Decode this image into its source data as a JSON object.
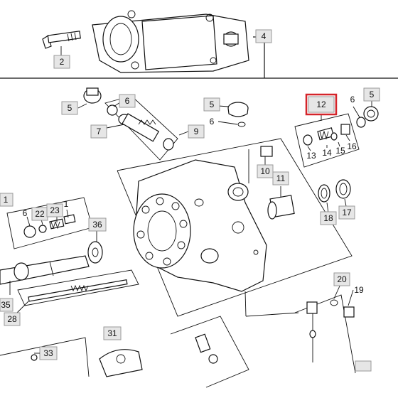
{
  "diagram": {
    "highlight_color": "#d4242a",
    "label_fill": "#e6e6e6",
    "callouts": [
      {
        "id": "c2",
        "text": "2",
        "highlighted": false
      },
      {
        "id": "c4",
        "text": "4",
        "highlighted": false
      },
      {
        "id": "c5a",
        "text": "5",
        "highlighted": false
      },
      {
        "id": "c6a",
        "text": "6",
        "highlighted": false
      },
      {
        "id": "c7",
        "text": "7",
        "highlighted": false
      },
      {
        "id": "c9",
        "text": "9",
        "highlighted": false
      },
      {
        "id": "c5b",
        "text": "5",
        "highlighted": false
      },
      {
        "id": "c6b",
        "text": "6",
        "highlighted": false
      },
      {
        "id": "c12",
        "text": "12",
        "highlighted": true
      },
      {
        "id": "c6c",
        "text": "6",
        "highlighted": false
      },
      {
        "id": "c5c",
        "text": "5",
        "highlighted": false
      },
      {
        "id": "c13",
        "text": "13",
        "highlighted": false
      },
      {
        "id": "c14",
        "text": "14",
        "highlighted": false
      },
      {
        "id": "c15",
        "text": "15",
        "highlighted": false
      },
      {
        "id": "c16",
        "text": "16",
        "highlighted": false
      },
      {
        "id": "c10",
        "text": "10",
        "highlighted": false
      },
      {
        "id": "c11",
        "text": "11",
        "highlighted": false
      },
      {
        "id": "c18",
        "text": "18",
        "highlighted": false
      },
      {
        "id": "c17",
        "text": "17",
        "highlighted": false
      },
      {
        "id": "c1a",
        "text": "1",
        "highlighted": false
      },
      {
        "id": "c6d",
        "text": "6",
        "highlighted": false
      },
      {
        "id": "c22",
        "text": "22",
        "highlighted": false
      },
      {
        "id": "c23",
        "text": "23",
        "highlighted": false
      },
      {
        "id": "c1b",
        "text": "1",
        "highlighted": false
      },
      {
        "id": "c36",
        "text": "36",
        "highlighted": false
      },
      {
        "id": "c20",
        "text": "20",
        "highlighted": false
      },
      {
        "id": "c19",
        "text": "19",
        "highlighted": false
      },
      {
        "id": "c35",
        "text": "35",
        "highlighted": false
      },
      {
        "id": "c28",
        "text": "28",
        "highlighted": false
      },
      {
        "id": "c31",
        "text": "31",
        "highlighted": false
      },
      {
        "id": "c33",
        "text": "33",
        "highlighted": false
      }
    ]
  }
}
